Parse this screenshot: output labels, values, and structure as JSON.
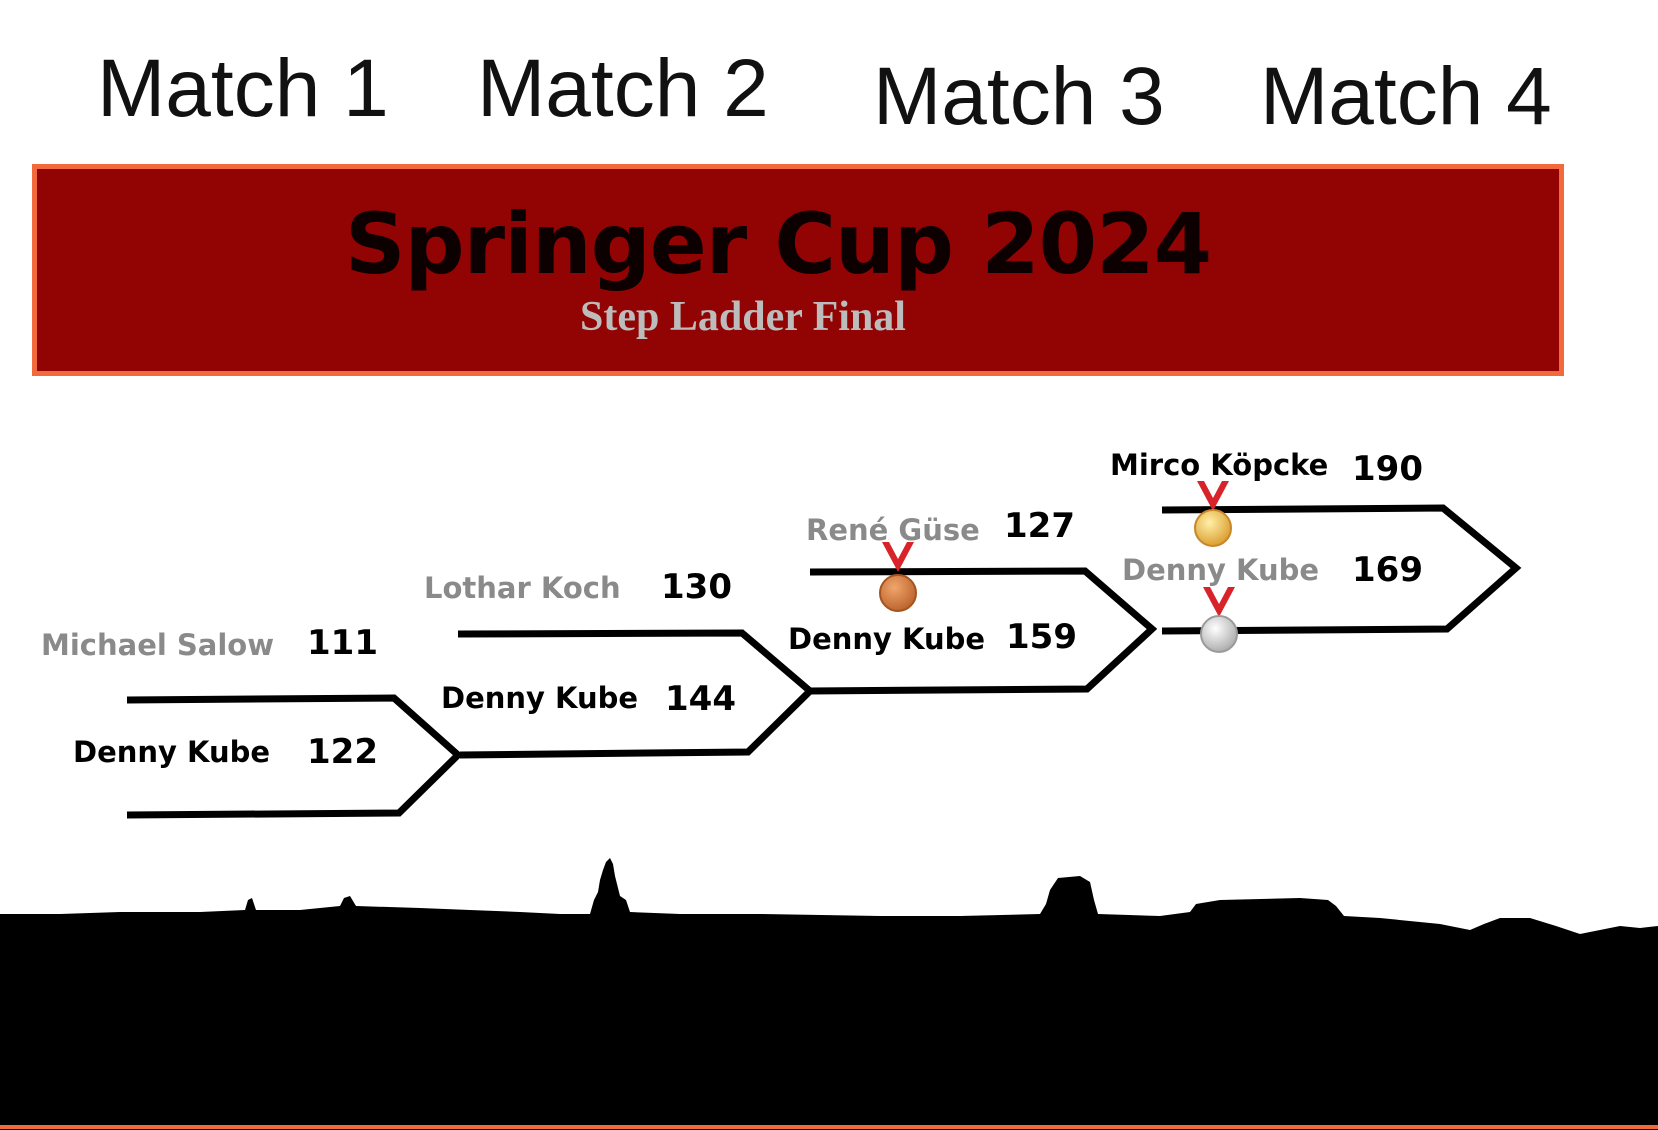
{
  "matches": [
    "Match 1",
    "Match 2",
    "Match 3",
    "Match 4"
  ],
  "banner": {
    "title": "Springer Cup 2024",
    "subtitle": "Step Ladder Final",
    "background": "#920303",
    "border": "#f26a3c"
  },
  "games": [
    {
      "top": {
        "name": "Michael Salow",
        "score": "111"
      },
      "bottom": {
        "name": "Denny Kube",
        "score": "122"
      }
    },
    {
      "top": {
        "name": "Lothar Koch",
        "score": "130"
      },
      "bottom": {
        "name": "Denny Kube",
        "score": "144"
      }
    },
    {
      "top": {
        "name": "René Güse",
        "score": "127"
      },
      "bottom": {
        "name": "Denny Kube",
        "score": "159"
      }
    },
    {
      "top": {
        "name": "Mirco Köpcke",
        "score": "190"
      },
      "bottom": {
        "name": "Denny Kube",
        "score": "169"
      }
    }
  ],
  "medals": [
    {
      "icon": "bronze-medal-icon",
      "awarded_to": "René Güse",
      "color": "#c9773d"
    },
    {
      "icon": "gold-medal-icon",
      "awarded_to": "Mirco Köpcke",
      "color": "#e8b94a"
    },
    {
      "icon": "silver-medal-icon",
      "awarded_to": "Denny Kube",
      "color": "#c8c8c8"
    }
  ],
  "colors": {
    "loser_text": "#8a8a8a",
    "ribbon": "#d8232a",
    "skyline": "#000000"
  }
}
